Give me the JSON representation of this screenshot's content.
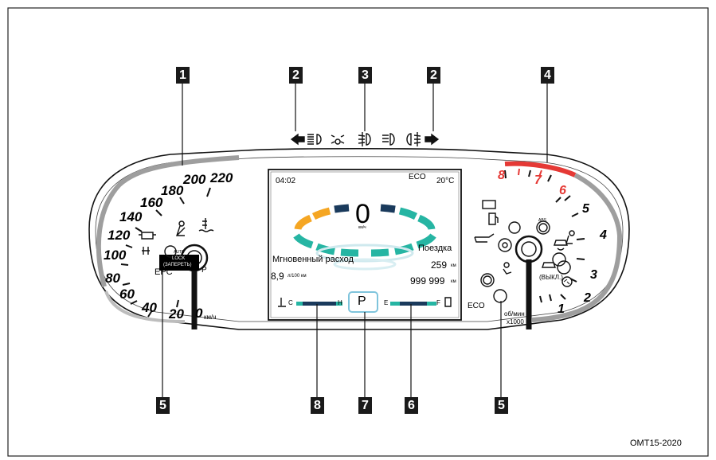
{
  "figure_code": "OMT15-2020",
  "callouts": [
    "1",
    "2",
    "3",
    "2",
    "4",
    "5",
    "8",
    "7",
    "6",
    "5"
  ],
  "indicator_icons": [
    "turn-left-arrow-icon",
    "high-beam-icon",
    "parking-light-icon",
    "front-fog-light-icon",
    "low-beam-icon",
    "rear-fog-light-icon",
    "turn-right-arrow-icon"
  ],
  "speedometer": {
    "labels": [
      "220",
      "200",
      "180",
      "160",
      "140",
      "120",
      "100",
      "80",
      "60",
      "40",
      "20",
      "0"
    ],
    "unit": "км/ч",
    "epc": "EPC",
    "lock_text_1": "LOCK",
    "lock_text_2": "(ЗАПЕРЕТЬ)",
    "park_label": "P",
    "auto_label": "AUTO",
    "icons": [
      "engine-check-icon",
      "immobilizer-icon",
      "seatbelt-warning-icon",
      "coolant-temperature-icon",
      "auto-hold-icon"
    ]
  },
  "display": {
    "time": "04:02",
    "eco": "ECO",
    "temperature": "20°C",
    "speed": "0",
    "speed_unit": "км/ч",
    "instant_label": "Мгновенный расход",
    "instant_value": "8,9",
    "instant_unit": "л/100 км",
    "trip_label": "Поездка",
    "trip_value": "259",
    "trip_unit": "км",
    "odo_value": "999 999",
    "odo_unit": "км",
    "gear": "P",
    "temp_low": "C",
    "temp_high": "H",
    "fuel_low": "E",
    "fuel_high": "F"
  },
  "tachometer": {
    "labels": [
      "8",
      "7",
      "6",
      "5",
      "4",
      "3",
      "2",
      "1"
    ],
    "red_color": "#e53935",
    "unit_1": "об/мин",
    "unit_2": "x1000",
    "eco": "ECO",
    "off_text": "(ВЫКЛ.)",
    "abs": "ABS",
    "icons": [
      "battery-warning-icon",
      "fuel-low-icon",
      "tpms-warning-icon",
      "abs-warning-icon",
      "oil-pressure-icon",
      "esc-warning-icon",
      "esc-off-icon",
      "transmission-warning-icon",
      "airbag-warning-icon",
      "parking-brake-icon",
      "epb-warning-icon",
      "brake-warning-icon",
      "seatbelt-rear-icon",
      "steering-warning-icon"
    ]
  }
}
